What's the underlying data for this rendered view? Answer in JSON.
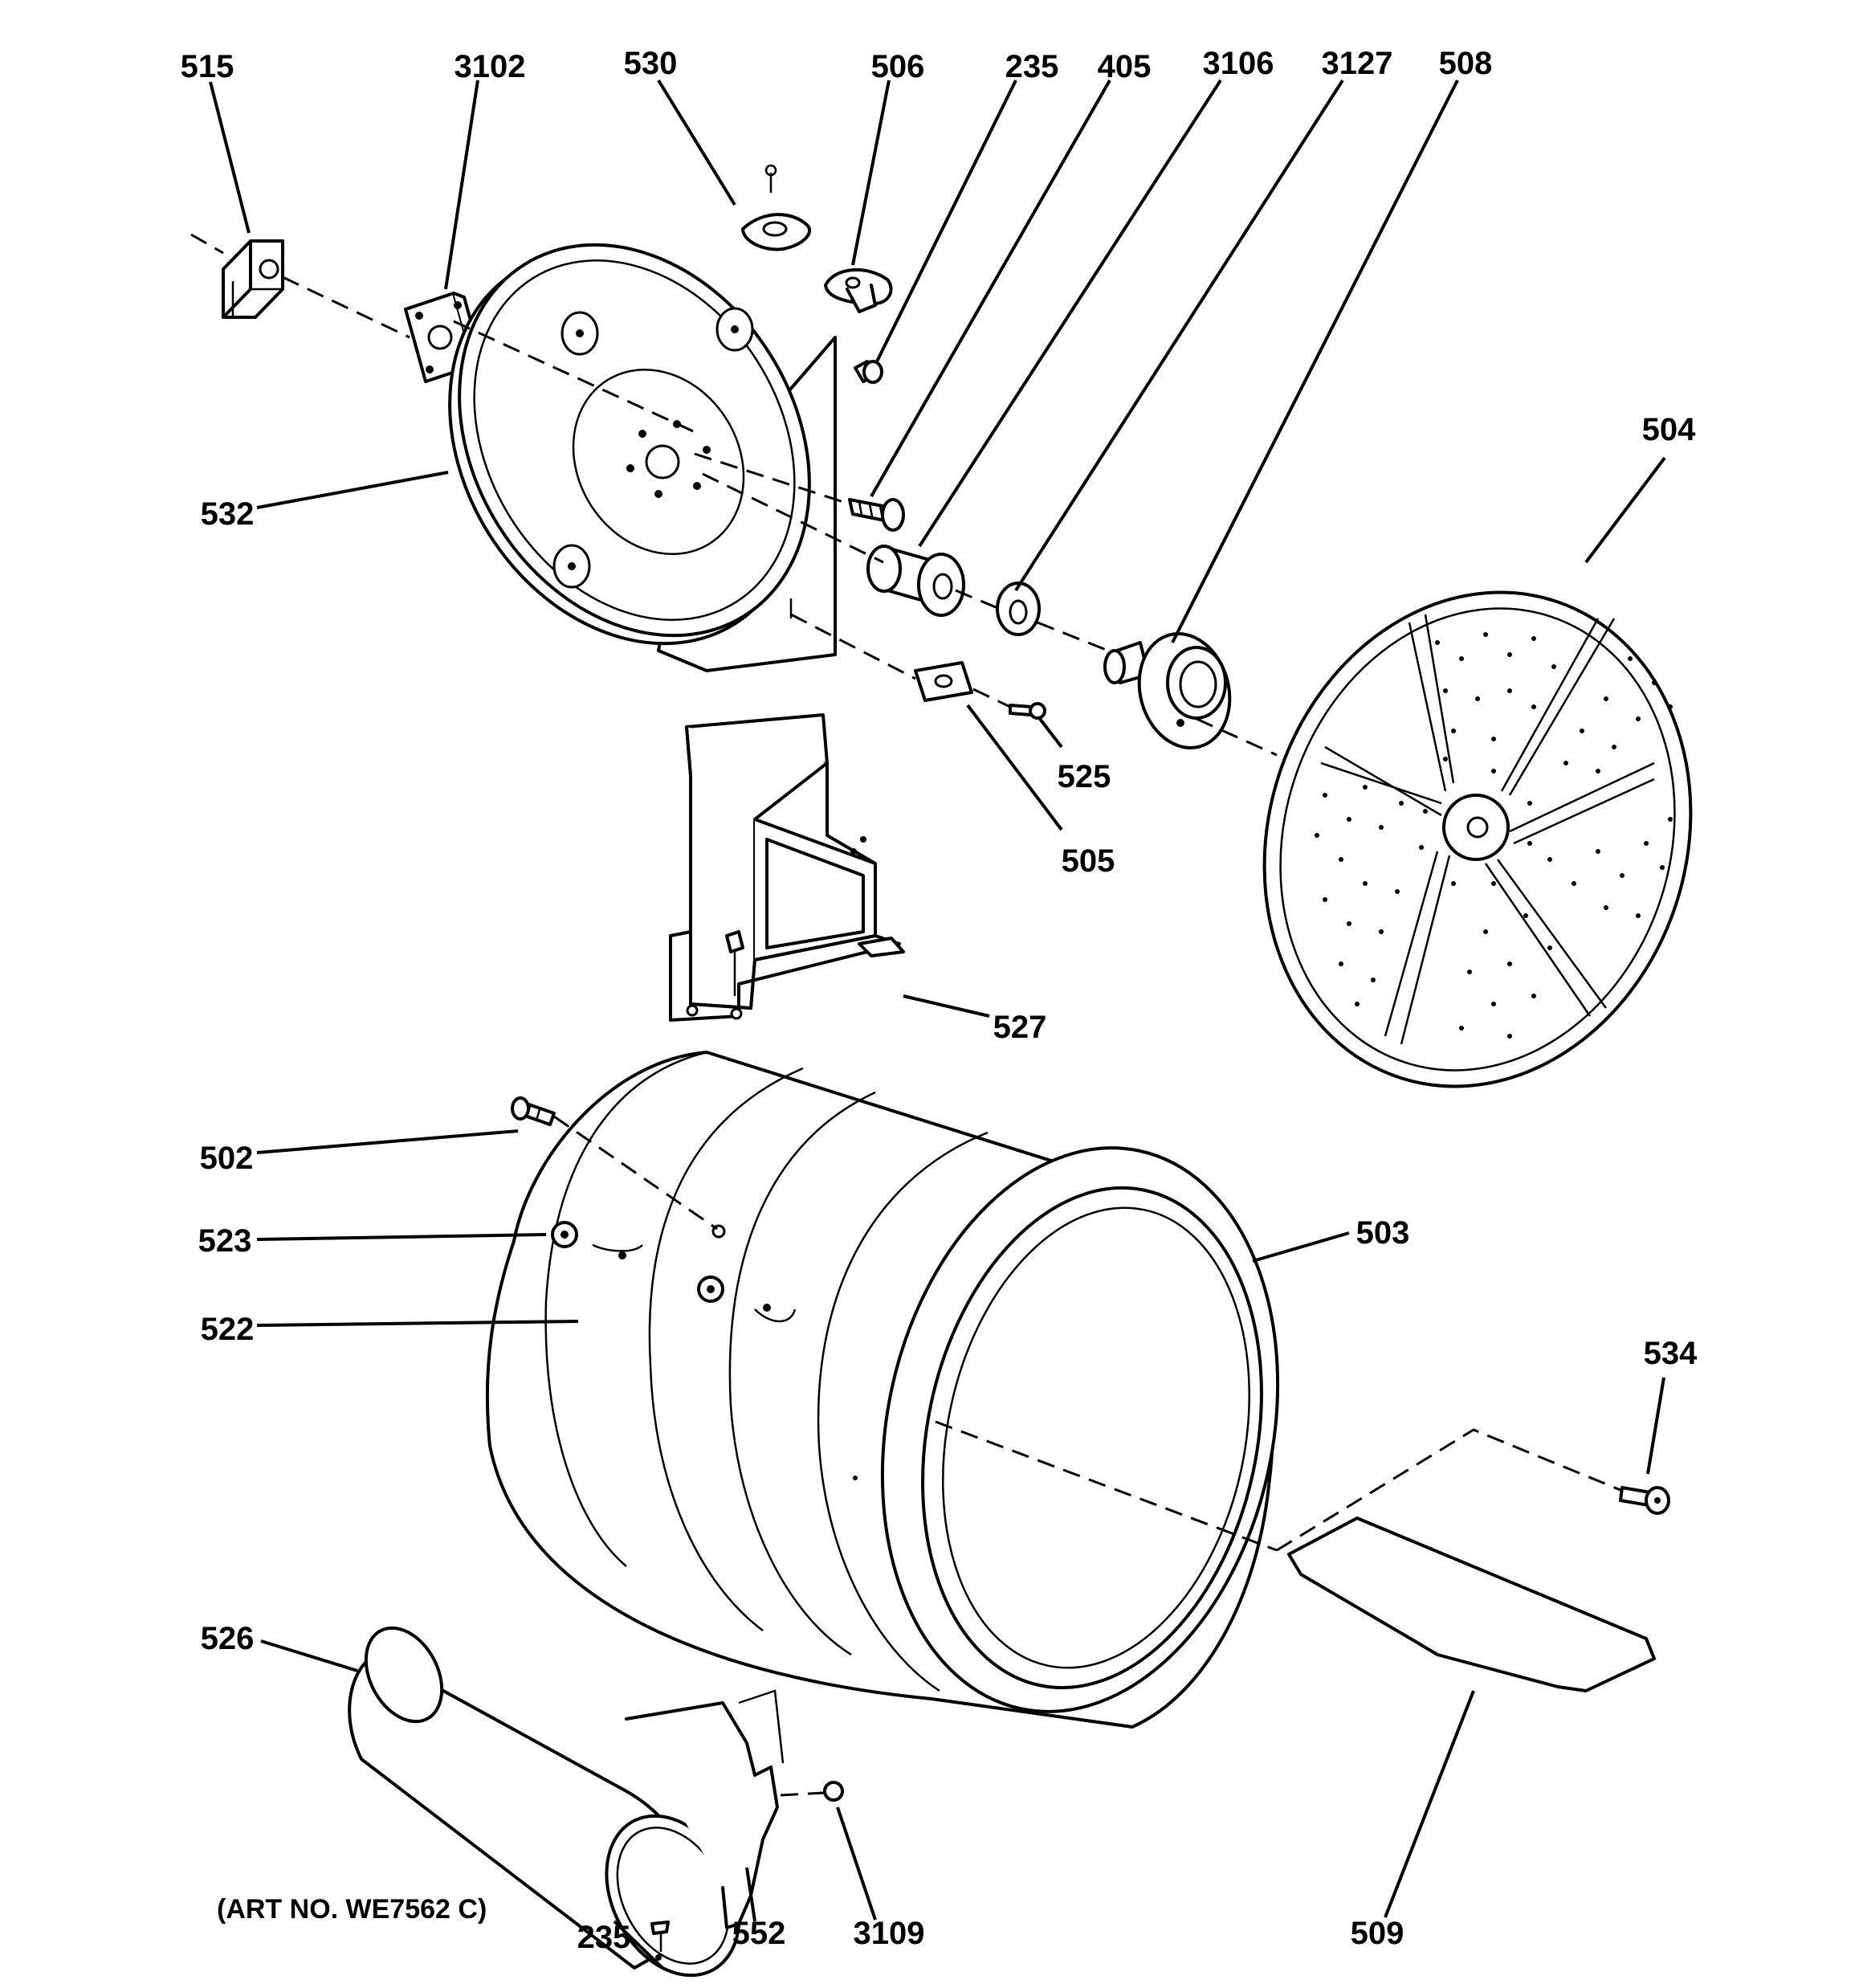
{
  "diagram": {
    "art_number": "(ART NO. WE7562 C)",
    "callouts": {
      "c515": "515",
      "c3102": "3102",
      "c530": "530",
      "c506": "506",
      "c235_top": "235",
      "c405": "405",
      "c3106": "3106",
      "c3127": "3127",
      "c508": "508",
      "c504": "504",
      "c532": "532",
      "c525": "525",
      "c505": "505",
      "c527": "527",
      "c502": "502",
      "c523": "523",
      "c522": "522",
      "c503": "503",
      "c534": "534",
      "c526": "526",
      "c235_bottom": "235",
      "c552": "552",
      "c3109": "3109",
      "c509": "509"
    }
  }
}
